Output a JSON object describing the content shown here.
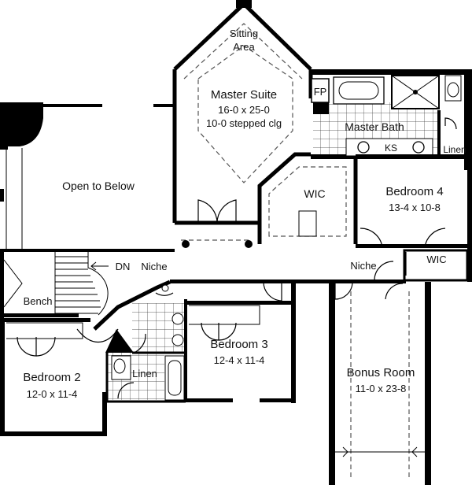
{
  "rooms": {
    "sitting_area_line1": "Sitting",
    "sitting_area_line2": "Area",
    "master_suite": {
      "name": "Master Suite",
      "size": "16-0 x 25-0",
      "ceiling": "10-0 stepped clg"
    },
    "fp": "FP",
    "master_bath": "Master Bath",
    "ks": "KS",
    "linen_master": "Linen",
    "wic_master": "WIC",
    "bedroom4": {
      "name": "Bedroom 4",
      "size": "13-4 x 10-8"
    },
    "wic_bed4": "WIC",
    "open_to_below": "Open to Below",
    "dn": "DN",
    "niche_left": "Niche",
    "niche_right": "Niche",
    "bench": "Bench",
    "bedroom2": {
      "name": "Bedroom 2",
      "size": "12-0 x 11-4"
    },
    "linen_hall": "Linen",
    "bedroom3": {
      "name": "Bedroom 3",
      "size": "12-4 x 11-4"
    },
    "bonus_room": {
      "name": "Bonus Room",
      "size": "11-0 x 23-8"
    }
  },
  "colors": {
    "wall": "#000000",
    "line": "#000000",
    "dashed": "#555555",
    "background": "#ffffff"
  }
}
